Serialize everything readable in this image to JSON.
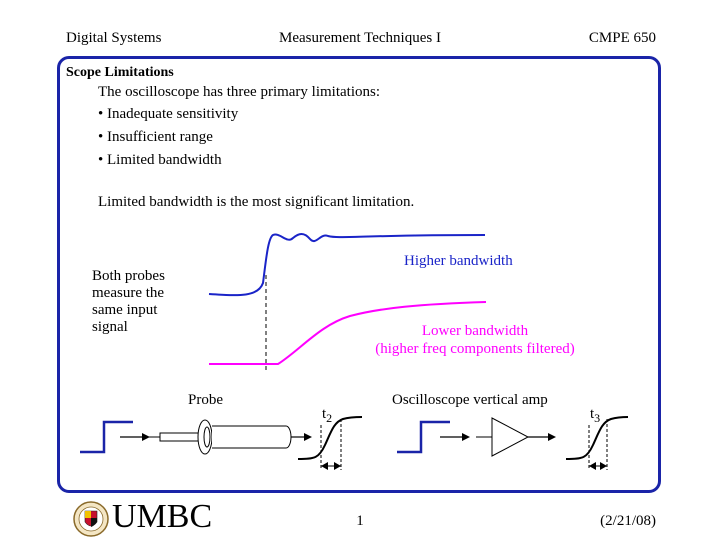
{
  "header": {
    "left": "Digital Systems",
    "center": "Measurement Techniques I",
    "right": "CMPE 650"
  },
  "slide": {
    "title": "Scope Limitations",
    "intro": "The oscilloscope has three primary limitations:",
    "bullets": [
      "• Inadequate sensitivity",
      "• Insufficient range",
      "• Limited bandwidth"
    ],
    "conclusion": "Limited bandwidth is the most significant limitation."
  },
  "figure": {
    "probes_note": "Both probes measure the same input signal",
    "higher_label": "Higher bandwidth",
    "lower_label_line1": "Lower bandwidth",
    "lower_label_line2": "(higher freq components filtered)",
    "probe_label": "Probe",
    "amp_label": "Oscilloscope vertical amp",
    "t2_main": "t",
    "t2_sub": "2",
    "t3_main": "t",
    "t3_sub": "3",
    "colors": {
      "frame": "#1a24a8",
      "higher": "#1a24c8",
      "lower": "#ff00ff"
    }
  },
  "footer": {
    "logo_text": "UMBC",
    "page": "1",
    "date": "(2/21/08)"
  }
}
